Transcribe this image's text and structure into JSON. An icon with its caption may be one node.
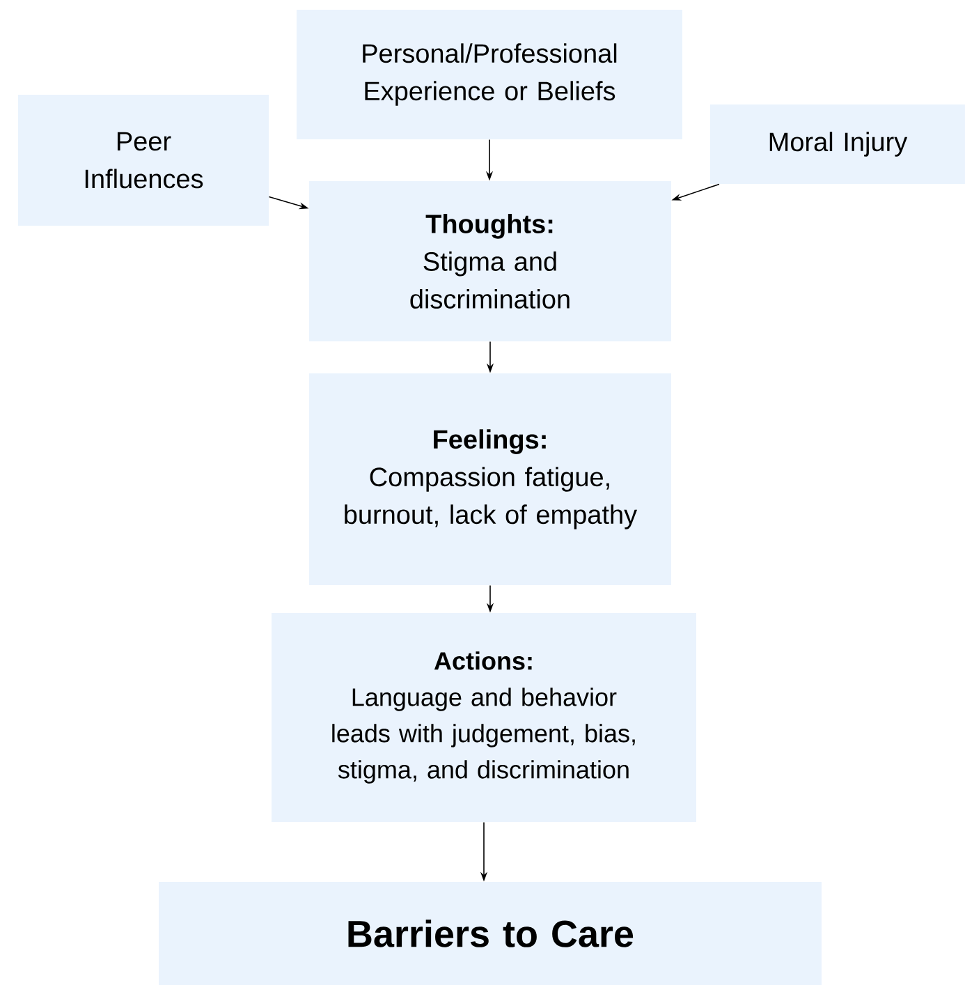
{
  "diagram": {
    "nodes": [
      {
        "text": [
          "Personal/Professional Experience or Beliefs"
        ]
      },
      {
        "text": [
          "Peer Influences"
        ]
      },
      {
        "text": [
          "Moral Injury"
        ]
      },
      {
        "text": [
          "Thoughts:",
          "Stigma and discrimination"
        ]
      },
      {
        "text": [
          "Feelings:",
          "Compassion fatigue, burnout, lack of empathy"
        ]
      },
      {
        "text": [
          "Actions:",
          "Language and behavior leads with judgement, bias, stigma, and discrimination"
        ]
      },
      {
        "text": [
          "Barriers to Care"
        ]
      }
    ],
    "edges": [
      {
        "from": 0,
        "to": 3,
        "arrow": "to"
      },
      {
        "from": 1,
        "to": 3,
        "arrow": "to"
      },
      {
        "from": 2,
        "to": 3,
        "arrow": "to"
      },
      {
        "from": 3,
        "to": 4,
        "arrow": "to"
      },
      {
        "from": 4,
        "to": 5,
        "arrow": "to"
      },
      {
        "from": 5,
        "to": 6,
        "arrow": "to"
      }
    ]
  }
}
